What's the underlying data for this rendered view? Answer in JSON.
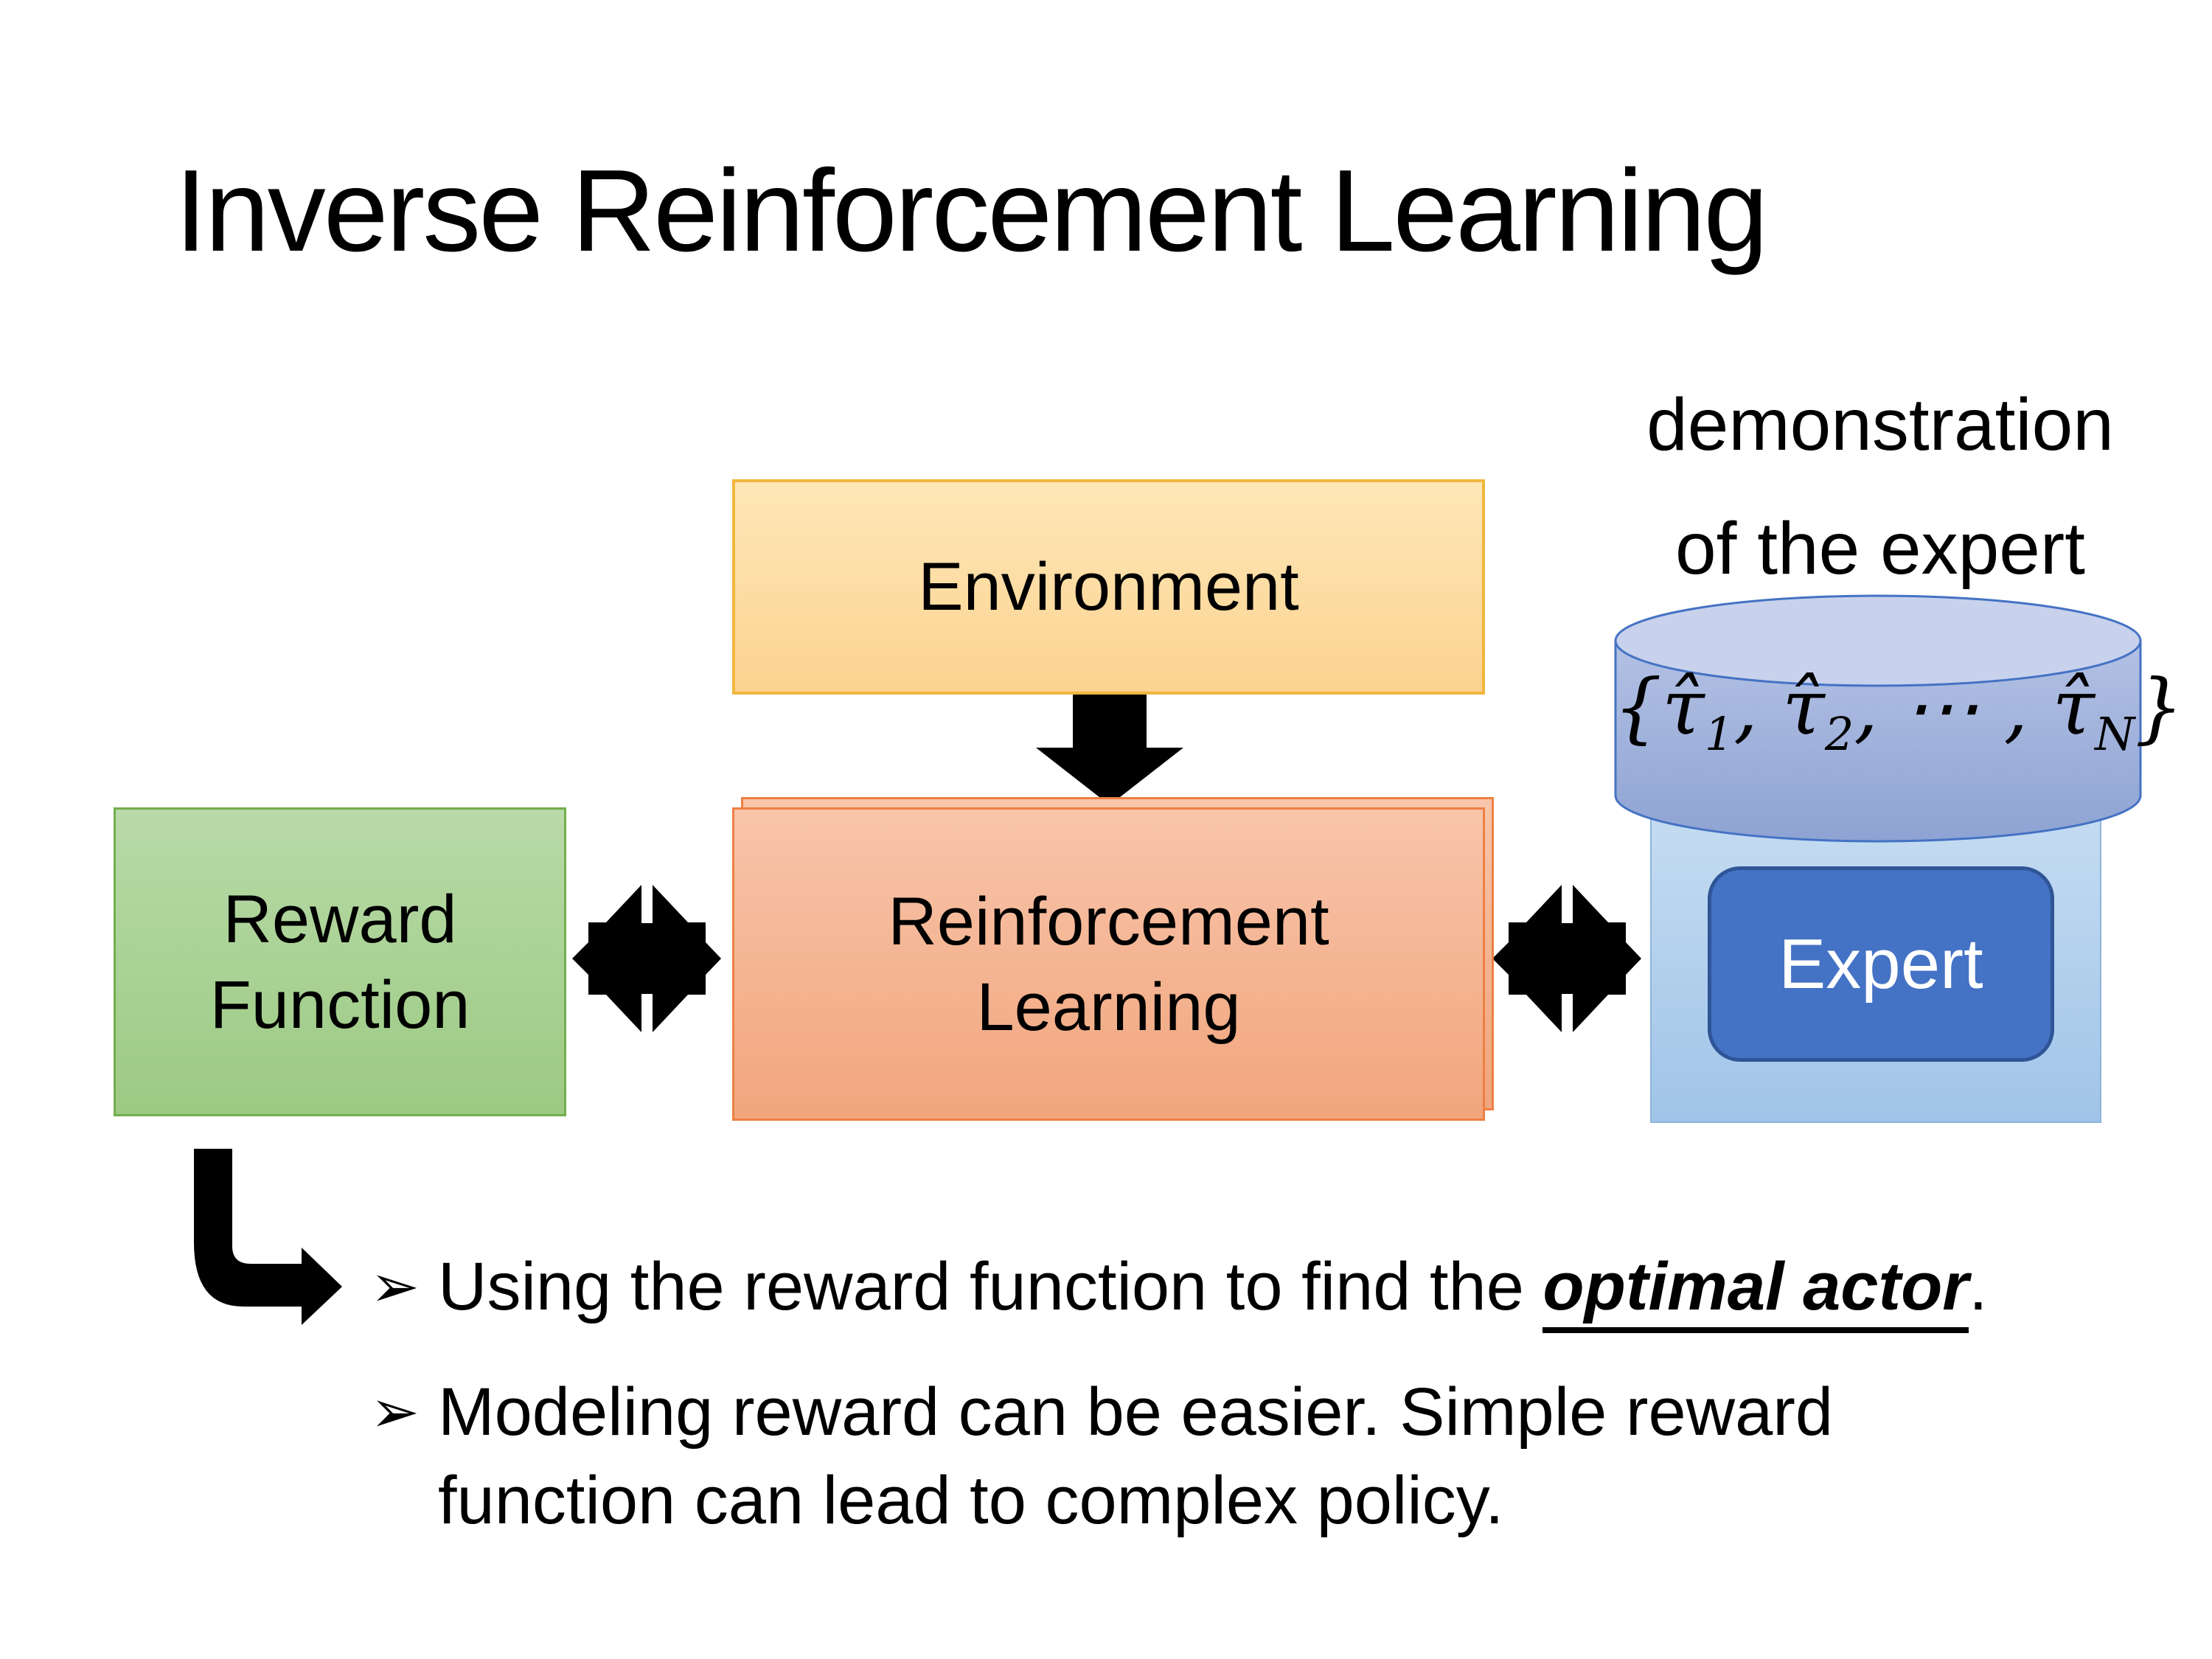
{
  "title": "Inverse Reinforcement Learning",
  "demonstration": {
    "line1": "demonstration",
    "line2": "of the expert"
  },
  "boxes": {
    "environment": "Environment",
    "reinforcement_learning": "Reinforcement Learning",
    "reward_function": "Reward Function",
    "expert": "Expert"
  },
  "cylinder": {
    "formula": {
      "p1": "{τ̂",
      "s1": "1",
      "p2": ", τ̂",
      "s2": "2",
      "p3": ", ⋯ , τ̂",
      "s3": "N",
      "p4": "}"
    }
  },
  "bullets": {
    "marker": "➢",
    "item1": {
      "pre": "Using the reward function to find the ",
      "emphasis": "optimal actor",
      "post": "."
    },
    "item2": {
      "line1": "Modeling reward can be easier. Simple reward",
      "line2": "function can lead to complex policy."
    }
  },
  "colors": {
    "ink": "#000000",
    "env_fill_light": "#FEE7B8",
    "env_fill": "#FCD390",
    "env_border": "#F0B73E",
    "rl_fill_light": "#F8C5AB",
    "rl_fill": "#F1A57C",
    "rl_border": "#ED8044",
    "reward_fill_light": "#B8DAA8",
    "reward_fill": "#9CCA83",
    "reward_border": "#74AD4E",
    "container_fill_light": "#C6DDF2",
    "container_fill": "#A0C4E8",
    "container_border": "#8FB4DC",
    "cylinder_fill_light": "#B3C1E4",
    "cylinder_fill": "#8EA3D3",
    "cylinder_top": "#C8D2EC",
    "cylinder_border": "#4472C4",
    "expert_fill": "#4472C4",
    "expert_border": "#2F5597"
  }
}
